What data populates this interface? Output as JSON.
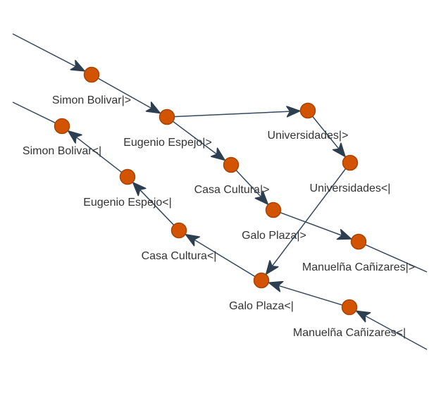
{
  "colors": {
    "node_fill": "#d35400",
    "node_stroke": "#a84300",
    "edge": "#34495e",
    "arrow": "#2c3e50",
    "label": "#333333"
  },
  "nodes": [
    {
      "id": "sb_out",
      "label": "Simon Bolivar|>"
    },
    {
      "id": "ee_out",
      "label": "Eugenio Espejo|>"
    },
    {
      "id": "cc_out",
      "label": "Casa Cultura|>"
    },
    {
      "id": "gp_out",
      "label": "Galo Plaza|>"
    },
    {
      "id": "mc_out",
      "label": "Manuelña Cañizares|>"
    },
    {
      "id": "un_out",
      "label": "Universidades|>"
    },
    {
      "id": "un_in",
      "label": "Universidades<|"
    },
    {
      "id": "sb_in",
      "label": "Simon Bolivar<|"
    },
    {
      "id": "ee_in",
      "label": "Eugenio Espejo<|"
    },
    {
      "id": "cc_in",
      "label": "Casa Cultura<|"
    },
    {
      "id": "gp_in",
      "label": "Galo Plaza<|"
    },
    {
      "id": "mc_in",
      "label": "Manuelña Cañizares<|"
    }
  ],
  "edges": [
    {
      "from": "entry_out",
      "to": "sb_out",
      "arrow": true
    },
    {
      "from": "sb_out",
      "to": "ee_out",
      "arrow": true
    },
    {
      "from": "ee_out",
      "to": "un_out",
      "arrow": true
    },
    {
      "from": "ee_out",
      "to": "cc_out",
      "arrow": true
    },
    {
      "from": "un_out",
      "to": "un_in",
      "arrow": true
    },
    {
      "from": "cc_out",
      "to": "gp_out",
      "arrow": true
    },
    {
      "from": "gp_out",
      "to": "mc_out",
      "arrow": true
    },
    {
      "from": "mc_out",
      "to": "exit_out",
      "arrow": false
    },
    {
      "from": "un_in",
      "to": "gp_in",
      "arrow": true
    },
    {
      "from": "entry_in",
      "to": "mc_in",
      "arrow": true
    },
    {
      "from": "mc_in",
      "to": "gp_in",
      "arrow": true
    },
    {
      "from": "gp_in",
      "to": "cc_in",
      "arrow": true
    },
    {
      "from": "cc_in",
      "to": "ee_in",
      "arrow": true
    },
    {
      "from": "ee_in",
      "to": "sb_in",
      "arrow": true
    },
    {
      "from": "sb_in",
      "to": "exit_in",
      "arrow": false
    }
  ]
}
